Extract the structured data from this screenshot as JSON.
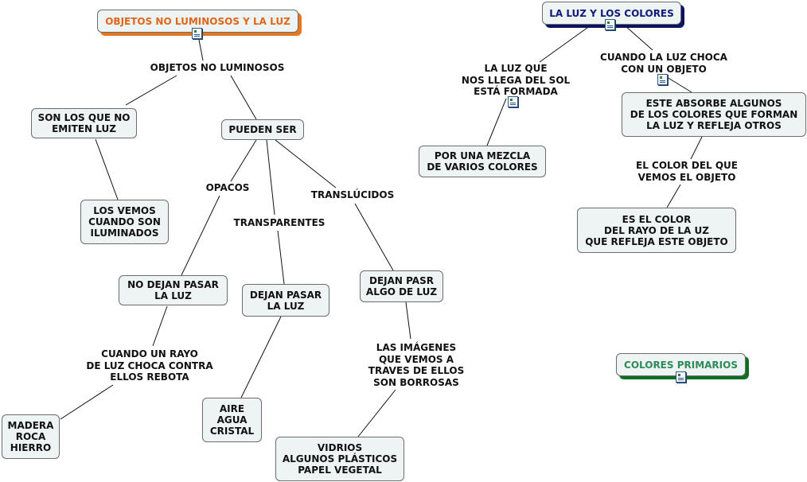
{
  "nodes": {
    "objetos_root": "OBJETOS NO LUMINOSOS Y LA LUZ",
    "son_los_que": "SON LOS QUE NO\nEMITEN LUZ",
    "pueden_ser": "PUEDEN SER",
    "los_vemos": "LOS VEMOS\nCUANDO SON\nILUMINADOS",
    "no_dejan": "NO DEJAN PASAR\nLA LUZ",
    "dejan_pasar": "DEJAN PASAR\nLA LUZ",
    "dejan_pasr": "DEJAN PASR\nALGO DE LUZ",
    "madera": "MADERA\nROCA\nHIERRO",
    "aire": "AIRE\nAGUA\nCRISTAL",
    "vidrios": "VIDRIOS\nALGUNOS PLÁSTICOS\nPAPEL VEGETAL",
    "luz_root": "LA LUZ Y LOS COLORES",
    "por_una_mezcla": "POR UNA MEZCLA\nDE VARIOS COLORES",
    "este_absorbe": "ESTE ABSORBE ALGUNOS\nDE LOS COLORES QUE FORMAN\nLA LUZ Y REFLEJA OTROS",
    "es_el_color": "ES EL COLOR\nDEL RAYO DE LA UZ\nQUE REFLEJA ESTE OBJETO",
    "colores_root": "COLORES PRIMARIOS"
  },
  "labels": {
    "objetos_no_luminosos": "OBJETOS NO LUMINOSOS",
    "opacos": "OPACOS",
    "transparentes": "TRANSPARENTES",
    "translucidos": "TRANSLÚCIDOS",
    "cuando_un_rayo": "CUANDO UN RAYO\nDE LUZ CHOCA CONTRA\nELLOS REBOTA",
    "las_imagenes": "LAS IMÁGENES\nQUE VEMOS A\nTRAVES DE ELLOS\nSON BORROSAS",
    "la_luz_que": "LA LUZ QUE\nNOS LLEGA DEL SOL\nESTÁ FORMADA",
    "cuando_la_luz": "CUANDO LA LUZ CHOCA\nCON UN OBJETO",
    "el_color": "EL COLOR DEL QUE\nVEMOS EL OBJETO"
  },
  "colors": {
    "root_orange": "#e0661a",
    "root_navy": "#111a78",
    "root_green": "#2e8b57",
    "node_fill": "#eef3f4"
  },
  "icons": [
    "document-icon"
  ]
}
